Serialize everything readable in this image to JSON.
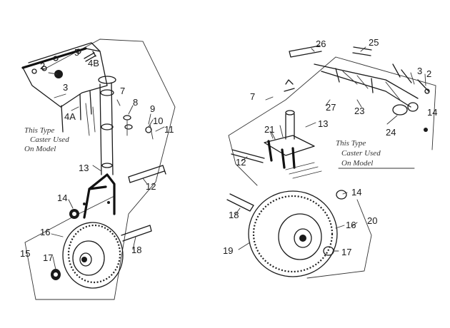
{
  "left_model": {
    "note_lines": [
      "This Type",
      "Caster Used",
      "On Model"
    ],
    "callouts": {
      "c5": "5",
      "c2": "2",
      "c4b": "4B",
      "c3": "3",
      "c7": "7",
      "c8": "8",
      "c4a": "4A",
      "c9": "9",
      "c10": "10",
      "c11": "11",
      "c13": "13",
      "c12": "12",
      "c14": "14",
      "c16": "16",
      "c15": "15",
      "c18": "18",
      "c17": "17"
    }
  },
  "right_model": {
    "note_lines": [
      "This Type",
      "Caster Used",
      "On Model"
    ],
    "callouts": {
      "c26": "26",
      "c25": "25",
      "c3": "3",
      "c2": "2",
      "c7": "7",
      "c27": "27",
      "c14a": "14",
      "c23": "23",
      "c13": "13",
      "c21": "21",
      "c24": "24",
      "c12": "12",
      "c14b": "14",
      "c18": "18",
      "c16": "16",
      "c20": "20",
      "c19": "19",
      "c17": "17"
    }
  }
}
